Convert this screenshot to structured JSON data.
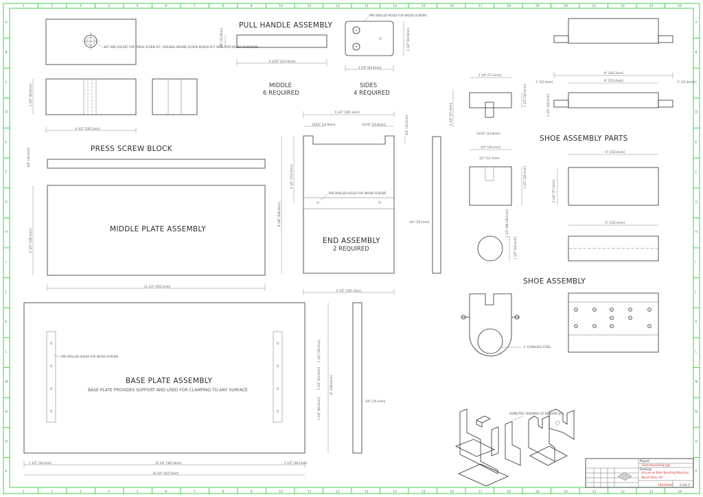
{
  "labels": {
    "pull_handle": "PULL HANDLE ASSEMBLY",
    "middle": "MIDDLE",
    "middle_qty": "6 REQUIRED",
    "sides": "SIDES",
    "sides_qty": "4 REQUIRED",
    "press_screw": "PRESS SCREW BLOCK",
    "middle_plate": "MIDDLE PLATE ASSEMBLY",
    "end_assembly": "END ASSEMBLY",
    "end_qty": "2 REQUIRED",
    "shoe_parts": "SHOE ASSEMBLY PARTS",
    "shoe_assembly": "SHOE ASSEMBLY",
    "base_plate": "BASE PLATE ASSEMBLY",
    "base_plate_note": "BASE PLATE PROVIDES SUPPORT AND USED FOR CLAMPING TO ANY SURFACE"
  },
  "notes": {
    "drill_holes": "PRE DRILLED HOLES FOR WOOD SCREWS",
    "nut_socket": "NUT AND SOCKET FOR PRESS SCREW KIT, VARIABLE BEHIND SCREW BORED OUT WITH PURCHASED HARDWARE",
    "end_holes": "PRE DRILLED HOLES FOR WOOD SCREWS",
    "base_holes": "PRE DRILLED HOLES FOR WOOD SCREWS",
    "stainless": "1\" STAINLESS STEEL",
    "isometric": "ISOMETRIC ASSEMBLY OF BENDING JIG"
  },
  "dims": {
    "ph_len": "6 1/16\" [153.9mm]",
    "ph_h": "5/8\" [15.9mm]",
    "sides_w": "3 1/4\" [82.6mm]",
    "sides_h": "2 1/2\" [63.5mm]",
    "psb_w": "6 1/2\" [165.1mm]",
    "psb_h": "3 1/4\" [82.6mm]",
    "strip_h": "3/4\" [19.1mm]",
    "mp_w": "11 1/2\" [292.1mm]",
    "mp_h": "6 1/2\" [165.1mm]",
    "end_w_top": "6 1/2\" [165.1mm]",
    "notch_l": "15/16\" [23.8mm]",
    "notch_r": "15/16\" [23.8mm]",
    "notch_h": "3/4\" [19.1mm]",
    "end_h1": "4 1/2\" [114.3mm]",
    "end_h2": "8 1/8\" [206.4mm]",
    "end_w_bot": "6 1/2\" [165.1mm]",
    "end_side": "3/4\" [19.1mm]",
    "shoe_w": "2 1/4\" [57.2mm]",
    "shoe_h": "1 1/2\" [38.1mm]",
    "shoe_slot": "15/16\" [23.8mm]",
    "shoe_b_w": "3/4\" [19.1mm]",
    "shoe_b_h": "2 1/4\" [57.2mm]",
    "shoe_inner": "1/2\" [12.7mm]",
    "shoe_r": "1 1/2\" [38.1mm]",
    "rod_d": "1 1/2\" DIA [38.1mm]",
    "sp_total": "8\" [203.2mm]",
    "sp_inner": "6\" [152.4mm]",
    "sp_l": "1\" [25.4mm]",
    "sp_r": "1\" [25.4mm]",
    "sp_h": "1 1/2\" [38.1mm]",
    "sp_w2": "6\" [152.4mm]",
    "sp_h2": "2 1/4\" [57.2mm]",
    "sp_w3": "6\" [152.4mm]",
    "bp_total": "16 3/4\" [425.5mm]",
    "bp_mid": "15 1/4\" [387.4mm]",
    "bp_l": "1 1/2\" [38.1mm]",
    "bp_r": "1 1/2\" [38.1mm]",
    "bp_h": "9\" [228.6mm]",
    "bp_d1": "1 1/2\" [38.1mm]",
    "bp_d2": "2 1/2\" [63.5mm]",
    "bp_d3": "3 1/4\" [82.6mm]",
    "bp_side": "3/4\" [19.1mm]"
  },
  "title_block": {
    "company": "Outcomerisling Jigs",
    "project_label": "Project",
    "drawing_label": "Drawing",
    "title": "Universal Bale Bending Machine",
    "subtitle": "Wood Parts #2",
    "number": "18020004",
    "sheet": "2 (m) 3"
  },
  "border": {
    "cols": [
      "1",
      "2",
      "3",
      "4",
      "5",
      "6",
      "7",
      "8",
      "9",
      "10",
      "11",
      "12",
      "13",
      "14",
      "15",
      "16",
      "17",
      "18",
      "19",
      "20",
      "21",
      "22",
      "23",
      "24"
    ],
    "rows": [
      "A",
      "B",
      "C",
      "D",
      "E",
      "F",
      "G",
      "H",
      "I",
      "J",
      "K",
      "L",
      "M",
      "N",
      "O",
      "P"
    ]
  },
  "colors": {
    "frame": "#2ecc40",
    "line": "#2b2b2b",
    "accent": "#d03030"
  }
}
